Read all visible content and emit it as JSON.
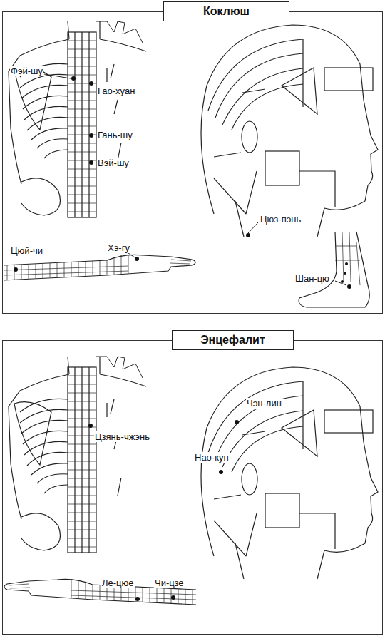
{
  "diagram": {
    "nodes": [
      {
        "text": [
          "Коклюш"
        ]
      },
      {
        "text": [
          "Энцефалит"
        ]
      }
    ],
    "labels": [
      "Фэй-шу",
      "Гао-хуан",
      "Гань-шу",
      "Вэй-шу",
      "Цюз-пэнь",
      "Цюй-чи",
      "Хэ-гу",
      "Шан-цю",
      "Цзянь-чжэнь",
      "Чэн-лин",
      "Нао-кун",
      "Ле-цюе",
      "Чи-цзе"
    ]
  }
}
